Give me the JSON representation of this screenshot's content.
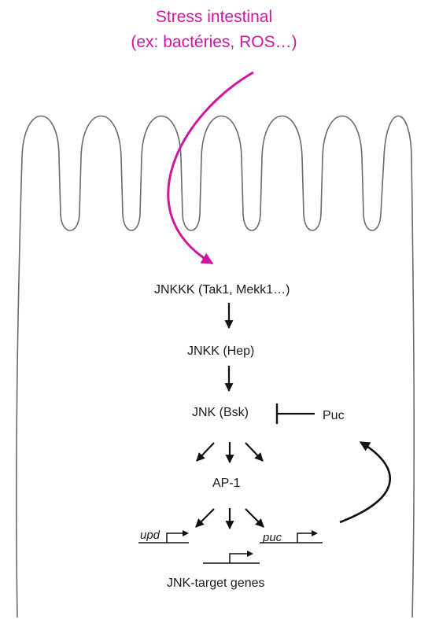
{
  "stimulus": {
    "line1": "Stress intestinal",
    "line2": "(ex: bactéries, ROS…)"
  },
  "pathway": {
    "jnkkk": "JNKKK (Tak1, Mekk1…)",
    "jnkk": "JNKK (Hep)",
    "jnk": "JNK (Bsk)",
    "puc_protein": "Puc",
    "ap1": "AP-1",
    "gene_upd": "upd",
    "gene_puc": "puc",
    "target_genes": "JNK-target genes"
  },
  "colors": {
    "stress": "#d0169e",
    "outline": "#6b6b6b",
    "arrows": "#111111"
  }
}
